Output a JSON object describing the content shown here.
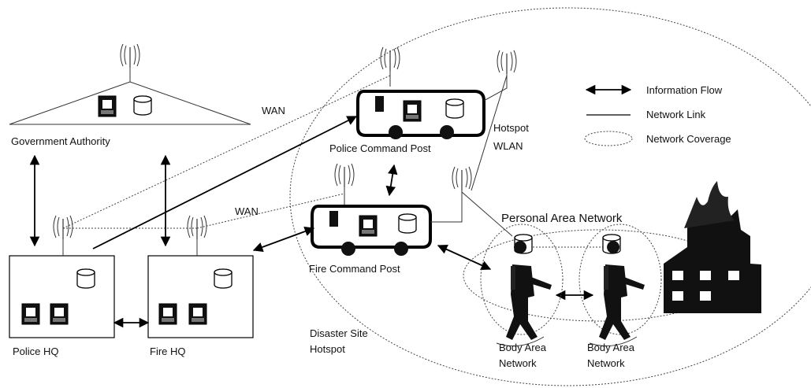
{
  "labels": {
    "government_authority": "Government Authority",
    "police_hq": "Police HQ",
    "fire_hq": "Fire HQ",
    "police_command_post": "Police Command Post",
    "fire_command_post": "Fire Command Post",
    "wan_top": "WAN",
    "wan_mid": "WAN",
    "hotspot_wlan_1": "Hotspot",
    "hotspot_wlan_2": "WLAN",
    "personal_area_network": "Personal Area Network",
    "disaster_site_1": "Disaster Site",
    "disaster_site_2": "Hotspot",
    "ban_left_1": "Body Area",
    "ban_left_2": "Network",
    "ban_right_1": "Body Area",
    "ban_right_2": "Network"
  },
  "legend": {
    "information_flow": "Information Flow",
    "network_link": "Network Link",
    "network_coverage": "Network Coverage"
  }
}
